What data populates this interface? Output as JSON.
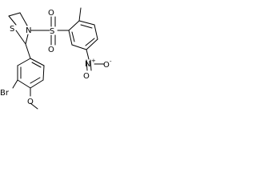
{
  "molecule": {
    "atoms": {
      "s_ring": "S",
      "n_ring": "N",
      "s_sulfonyl": "S",
      "o_sulfonyl_top": "O",
      "o_sulfonyl_bottom": "O",
      "n_nitro": "N",
      "n_nitro_charge": "+",
      "o_nitro_top": "O",
      "o_nitro_right": "O",
      "o_nitro_charge": "-",
      "br": "Br",
      "o_methoxy": "O"
    },
    "colors": {
      "bond": "#000000",
      "text": "#000000",
      "background": "#ffffff"
    }
  }
}
